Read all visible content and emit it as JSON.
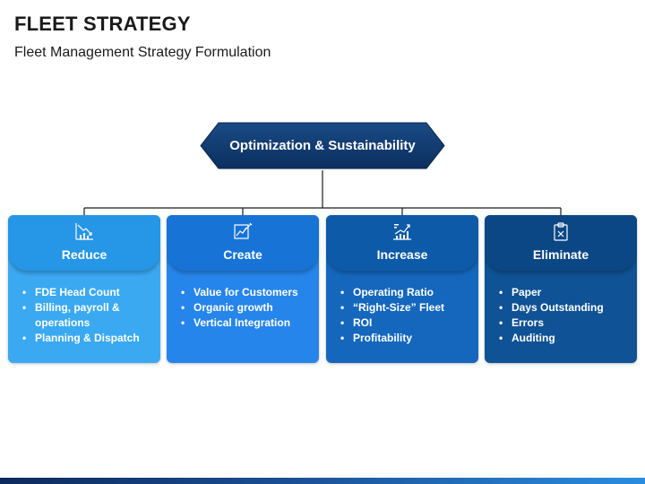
{
  "header": {
    "title": "FLEET STRATEGY",
    "subtitle": "Fleet Management Strategy Formulation"
  },
  "root": {
    "label": "Optimization & Sustainability",
    "color": "#0d3569"
  },
  "cards": [
    {
      "title": "Reduce",
      "icon": "chart-down-icon",
      "head_color": "#2696e6",
      "body_color": "#3aa9f2",
      "items": [
        "FDE Head Count",
        "Billing, payroll & operations",
        "Planning & Dispatch"
      ]
    },
    {
      "title": "Create",
      "icon": "chart-edit-icon",
      "head_color": "#1873d6",
      "body_color": "#2685ea",
      "items": [
        "Value for Customers",
        "Organic growth",
        "Vertical Integration"
      ]
    },
    {
      "title": "Increase",
      "icon": "chart-up-icon",
      "head_color": "#0d5aa8",
      "body_color": "#1467bd",
      "items": [
        "Operating Ratio",
        "“Right-Size” Fleet",
        "ROI",
        "Profitability"
      ]
    },
    {
      "title": "Eliminate",
      "icon": "clipboard-x-icon",
      "head_color": "#0b4785",
      "body_color": "#0f5295",
      "items": [
        "Paper",
        "Days Outstanding",
        "Errors",
        "Auditing"
      ]
    }
  ],
  "colors": {
    "connector": "#1a1a1a",
    "footer_dark": "#0d2a5c",
    "footer_light": "#2a8de0"
  }
}
